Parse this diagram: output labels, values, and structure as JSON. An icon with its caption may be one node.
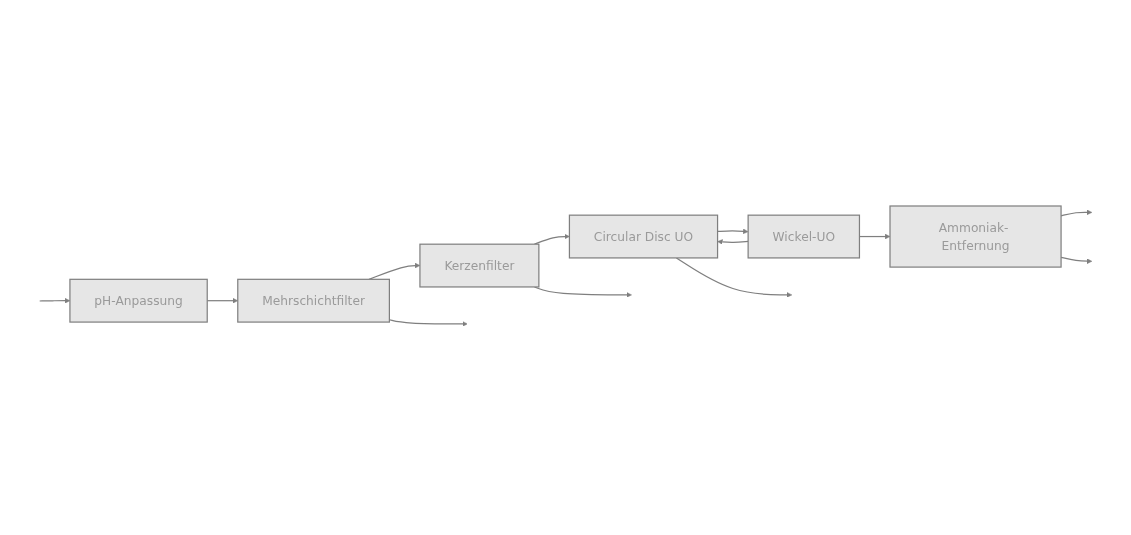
{
  "diagram": {
    "nodes": [
      {
        "text": [
          "pH-Anpassung"
        ]
      },
      {
        "text": [
          "Mehrschichtfilter"
        ]
      },
      {
        "text": [
          "Kerzenfilter"
        ]
      },
      {
        "text": [
          "Circular Disc UO"
        ]
      },
      {
        "text": [
          "Wickel-UO"
        ]
      },
      {
        "text": [
          "Ammoniak- Entfernung"
        ]
      }
    ],
    "edges": [
      {
        "from": null,
        "to": 0,
        "arrow": "to"
      },
      {
        "from": 0,
        "to": 1,
        "arrow": "to"
      },
      {
        "from": 1,
        "to": null,
        "arrow": "to"
      },
      {
        "from": 1,
        "to": 2,
        "arrow": "to"
      },
      {
        "from": 2,
        "to": null,
        "arrow": "to"
      },
      {
        "from": 2,
        "to": 3,
        "arrow": "to"
      },
      {
        "from": 4,
        "to": 3,
        "arrow": "to"
      },
      {
        "from": 3,
        "to": 4,
        "arrow": "to"
      },
      {
        "from": 3,
        "to": null,
        "arrow": "to"
      },
      {
        "from": 4,
        "to": 5,
        "arrow": "to"
      },
      {
        "from": 5,
        "to": null,
        "arrow": "to"
      },
      {
        "from": 5,
        "to": null,
        "arrow": "to"
      }
    ]
  }
}
